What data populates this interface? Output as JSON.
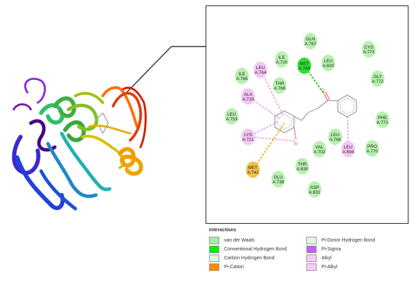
{
  "residues": [
    {
      "name": "GLN",
      "id": "A:767",
      "type": "vdw"
    },
    {
      "name": "CYS",
      "id": "A:773",
      "type": "vdw"
    },
    {
      "name": "ILE",
      "id": "A:720",
      "type": "vdw"
    },
    {
      "name": "MET",
      "id": "A:769",
      "type": "hbond"
    },
    {
      "name": "LEU",
      "id": "A:820",
      "type": "vdw"
    },
    {
      "name": "LEU",
      "id": "A:764",
      "type": "alkyl"
    },
    {
      "name": "GLY",
      "id": "A:772",
      "type": "vdw"
    },
    {
      "name": "ILE",
      "id": "A:765",
      "type": "vdw"
    },
    {
      "name": "THR",
      "id": "A:766",
      "type": "vdw"
    },
    {
      "name": "ALA",
      "id": "A:719",
      "type": "alkyl"
    },
    {
      "name": "LEU",
      "id": "A:753",
      "type": "vdw"
    },
    {
      "name": "PHE",
      "id": "A:771",
      "type": "vdw"
    },
    {
      "name": "LYS",
      "id": "A:721",
      "type": "alkyl"
    },
    {
      "name": "LEU",
      "id": "A:768",
      "type": "vdw"
    },
    {
      "name": "VAL",
      "id": "A:702",
      "type": "vdw"
    },
    {
      "name": "LEU",
      "id": "A:694",
      "type": "alkyl"
    },
    {
      "name": "PRO",
      "id": "A:770",
      "type": "vdw"
    },
    {
      "name": "THR",
      "id": "A:830",
      "type": "vdw"
    },
    {
      "name": "MET",
      "id": "A:742",
      "type": "pication"
    },
    {
      "name": "GLU",
      "id": "A:738",
      "type": "vdw"
    },
    {
      "name": "ASP",
      "id": "A:831",
      "type": "vdw"
    }
  ],
  "atoms": {
    "oxygen": "O",
    "bromine": "Br"
  },
  "colors": {
    "vdw": "#b8f0b0",
    "hbond": "#2ee02e",
    "alkyl": "#f5c6f5",
    "pication": "#f2c24a",
    "hbond_line": "#22cc22",
    "alkyl_line": "#f2a6f2",
    "pication_line": "#f5b800"
  },
  "legend": {
    "title": "Interactions",
    "items": [
      {
        "label": "van der Waals",
        "color": "#a0f0a0"
      },
      {
        "label": "Conventional Hydrogen Bond",
        "color": "#00ee00"
      },
      {
        "label": "Carbon Hydrogen Bond",
        "color": "#ddf8dd"
      },
      {
        "label": "Pi-Cation",
        "color": "#ff8c00"
      },
      {
        "label": "Pi-Donor Hydrogen Bond",
        "color": "#ddf8dd"
      },
      {
        "label": "Pi-Sigma",
        "color": "#c060ff"
      },
      {
        "label": "Alkyl",
        "color": "#ffc8ff"
      },
      {
        "label": "Pi-Alkyl",
        "color": "#ffc8ff"
      }
    ]
  }
}
